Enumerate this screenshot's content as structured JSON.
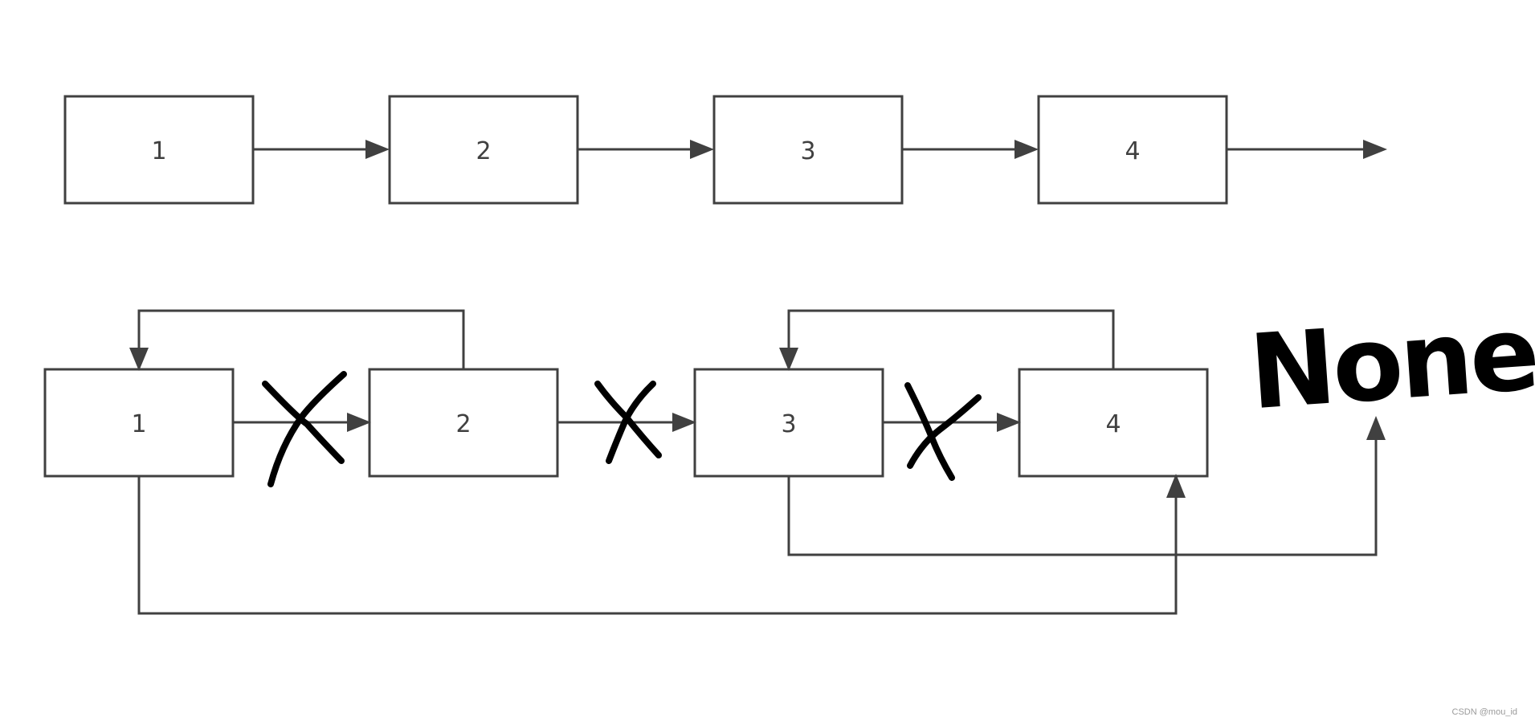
{
  "top_row": {
    "nodes": [
      "1",
      "2",
      "3",
      "4"
    ]
  },
  "bottom_row": {
    "nodes": [
      "1",
      "2",
      "3",
      "4"
    ],
    "handwritten_label": "None"
  },
  "watermark": "CSDN @mou_id"
}
